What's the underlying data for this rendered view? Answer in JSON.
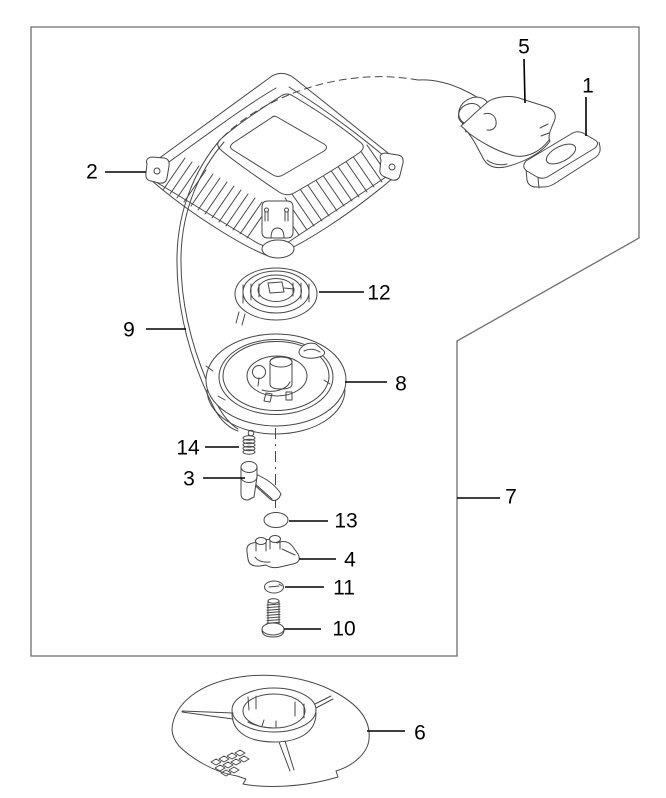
{
  "diagram": {
    "background_color": "#ffffff",
    "line_color": "#474747",
    "frame_color": "#6e6e6e",
    "label_color": "#000000",
    "callouts": [
      {
        "number": "5"
      },
      {
        "number": "1"
      },
      {
        "number": "2"
      },
      {
        "number": "12"
      },
      {
        "number": "9"
      },
      {
        "number": "8"
      },
      {
        "number": "14"
      },
      {
        "number": "3"
      },
      {
        "number": "13"
      },
      {
        "number": "4"
      },
      {
        "number": "11"
      },
      {
        "number": "10"
      },
      {
        "number": "7"
      },
      {
        "number": "6"
      }
    ]
  }
}
